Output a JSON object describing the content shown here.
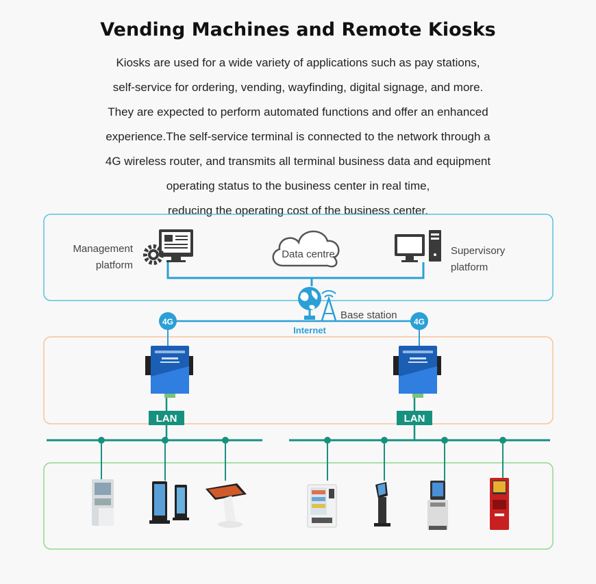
{
  "title": "Vending Machines and Remote Kiosks",
  "description_lines": [
    "Kiosks are used for a wide variety of applications such as pay stations,",
    "self-service for ordering, vending, wayfinding, digital signage, and more.",
    "They are expected to perform automated functions and offer an enhanced",
    "experience.The self-service terminal is connected to the network through a",
    "4G wireless router, and transmits all terminal business data and equipment",
    "operating status to the business center in real time,",
    "reducing the operating cost of the business center."
  ],
  "diagram": {
    "management_label": [
      "Management",
      "platform"
    ],
    "supervisory_label": [
      "Supervisory",
      "platform"
    ],
    "data_centre": "Data centre",
    "base_station": "Base station",
    "internet": "Internet",
    "fourg": "4G",
    "lan": "LAN",
    "colors": {
      "cloud_border": "#55c4de",
      "blue_line": "#2b9fd6",
      "router_border": "#f5c49b",
      "device_border": "#8fd88f",
      "teal": "#17917f"
    },
    "icons": [
      "server-monitor-icon",
      "gear-icon",
      "cloud-icon",
      "desktop-computer-icon",
      "globe-icon",
      "antenna-icon",
      "router-icon",
      "atm-kiosk-icon",
      "digital-signage-icon",
      "touch-table-icon",
      "vending-machine-icon",
      "queue-ticket-kiosk-icon",
      "self-service-terminal-icon",
      "red-kiosk-icon"
    ]
  }
}
